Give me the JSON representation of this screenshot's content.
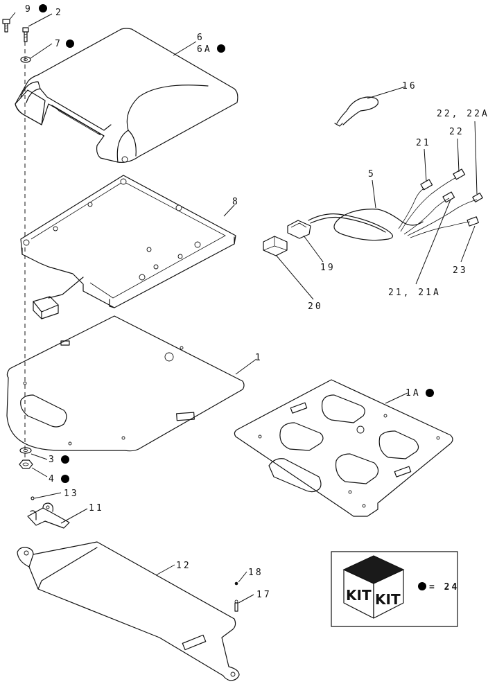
{
  "callouts": {
    "c9": "9",
    "c2": "2",
    "c7": "7",
    "c6": "6",
    "c6a": "6A",
    "c16": "16",
    "c22_22a": "22, 22A",
    "c22": "22",
    "c21": "21",
    "c5": "5",
    "c8": "8",
    "c19": "19",
    "c23": "23",
    "c21_21a": "21, 21A",
    "c20": "20",
    "c1": "1",
    "c1a": "1A",
    "c3": "3",
    "c4": "4",
    "c13": "13",
    "c11": "11",
    "c12": "12",
    "c18": "18",
    "c17": "17"
  },
  "kit_legend": {
    "box_text_left": "KIT",
    "box_text_right": "KIT",
    "equals_text": "= 24"
  },
  "colors": {
    "line": "#111111",
    "dot": "#000000",
    "background": "#ffffff"
  }
}
